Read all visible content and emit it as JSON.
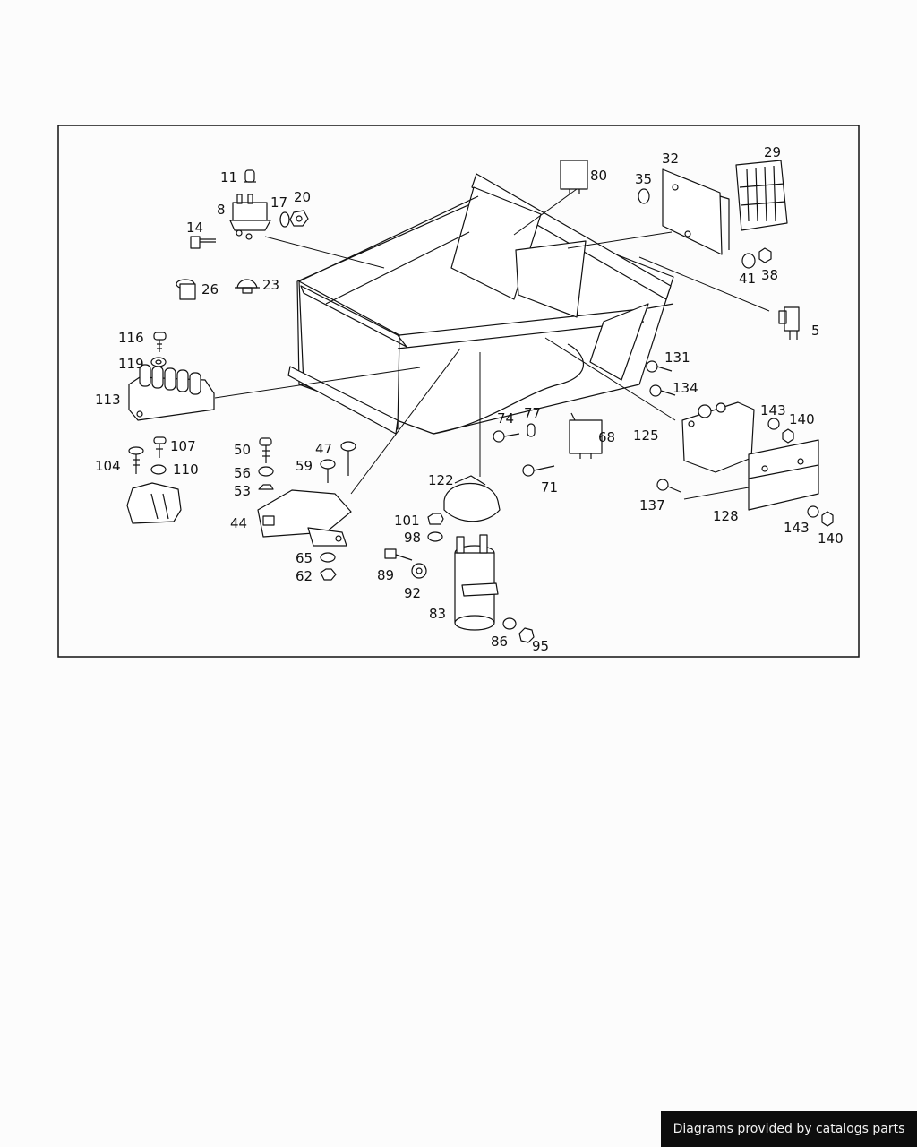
{
  "diagram": {
    "callouts": {
      "c5": "5",
      "c8": "8",
      "c11": "11",
      "c14": "14",
      "c17": "17",
      "c20": "20",
      "c23": "23",
      "c26": "26",
      "c29": "29",
      "c32": "32",
      "c35": "35",
      "c38": "38",
      "c41": "41",
      "c44": "44",
      "c47": "47",
      "c50": "50",
      "c53": "53",
      "c56": "56",
      "c59": "59",
      "c62": "62",
      "c65": "65",
      "c68": "68",
      "c71": "71",
      "c74": "74",
      "c77": "77",
      "c80": "80",
      "c83": "83",
      "c86": "86",
      "c89": "89",
      "c92": "92",
      "c95": "95",
      "c98": "98",
      "c101": "101",
      "c104": "104",
      "c107": "107",
      "c110": "110",
      "c113": "113",
      "c116": "116",
      "c119": "119",
      "c122": "122",
      "c125": "125",
      "c128": "128",
      "c131": "131",
      "c134": "134",
      "c137": "137",
      "c140a": "140",
      "c143a": "143",
      "c140b": "140",
      "c143b": "143"
    }
  },
  "footer": {
    "credit": "Diagrams provided by catalogs parts"
  },
  "colors": {
    "line": "#111111",
    "background": "#fcfcfc",
    "badge": "#0d0d0d"
  }
}
